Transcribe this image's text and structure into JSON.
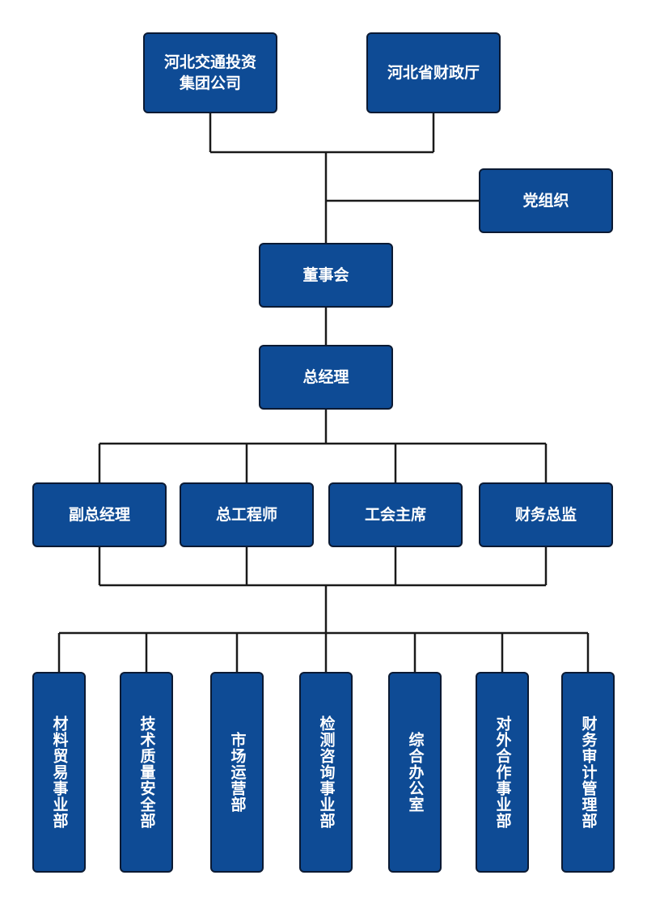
{
  "shareholders": {
    "hebei_jiaotong": "河北交通投资\n集团公司",
    "finance_dept": "河北省财政厅"
  },
  "party_org": "党组织",
  "board": "董事会",
  "general_manager": "总经理",
  "executives": [
    "副总经理",
    "总工程师",
    "工会主席",
    "财务总监"
  ],
  "departments": [
    "材料贸易事业部",
    "技术质量安全部",
    "市场运营部",
    "检测咨询事业部",
    "综合办公室",
    "对外合作事业部",
    "财务审计管理部"
  ],
  "colors": {
    "box_fill": "#0e4b95",
    "box_border": "#0b1a33",
    "line": "#1a1a1a",
    "text": "#ffffff"
  }
}
